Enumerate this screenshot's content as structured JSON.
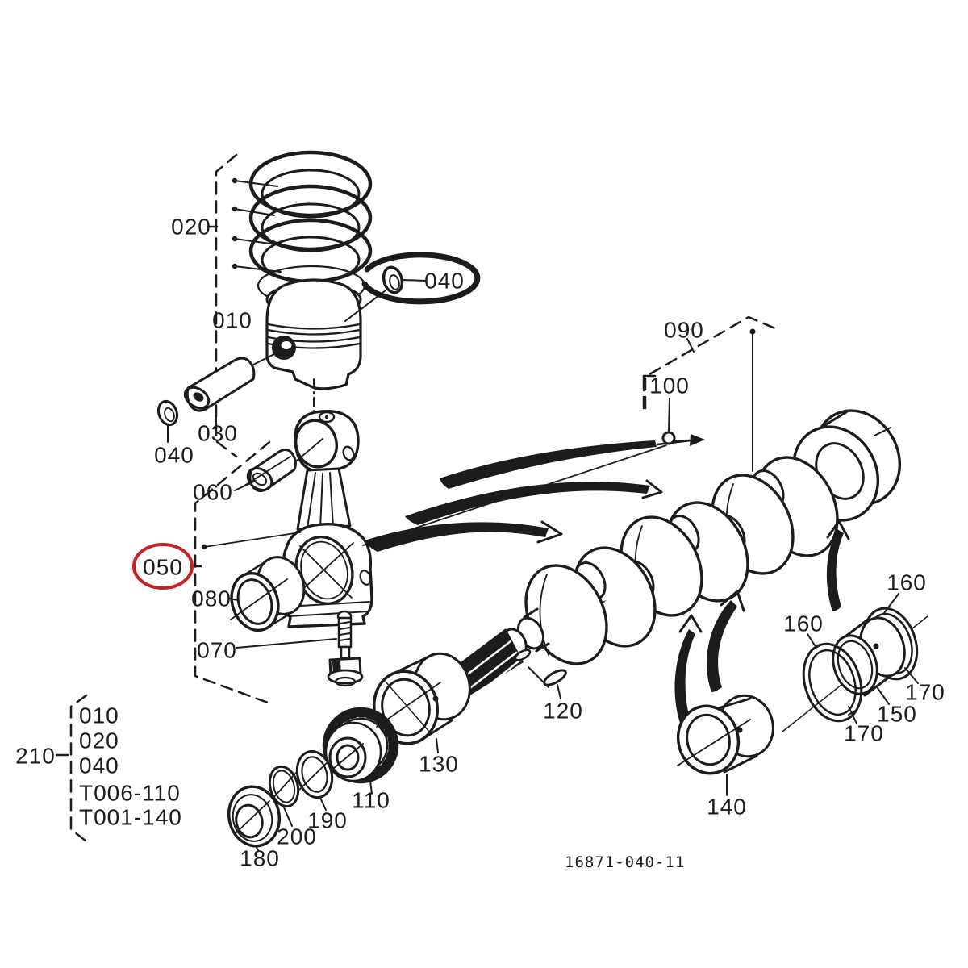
{
  "drawing_number": "16871-040-11",
  "callouts": {
    "piston_rings": "020",
    "circlip_right": "040",
    "piston": "010",
    "piston_pin": "030",
    "circlip_left": "040",
    "small_end_bushing": "060",
    "rod_assembly": "050",
    "crankpin_bearing": "080",
    "rod_bolt": "070",
    "crankshaft_group": "090",
    "steel_ball": "100",
    "crank_gear": "110",
    "feather_key": "120",
    "crank_sleeve": "130",
    "main_bearing": "140",
    "bearing_shell": "150",
    "thrust_bearing_left": "160",
    "thrust_bearing_right": "160",
    "thrust_washer_right": "170",
    "thrust_washer_bottom": "170",
    "front_bearing": "180",
    "collar": "190",
    "washer": "200",
    "kit": "210"
  },
  "kit_items": [
    "010",
    "020",
    "040",
    "T006-110",
    "T001-140"
  ],
  "highlight": {
    "selected": "050",
    "color": "#c62222"
  }
}
